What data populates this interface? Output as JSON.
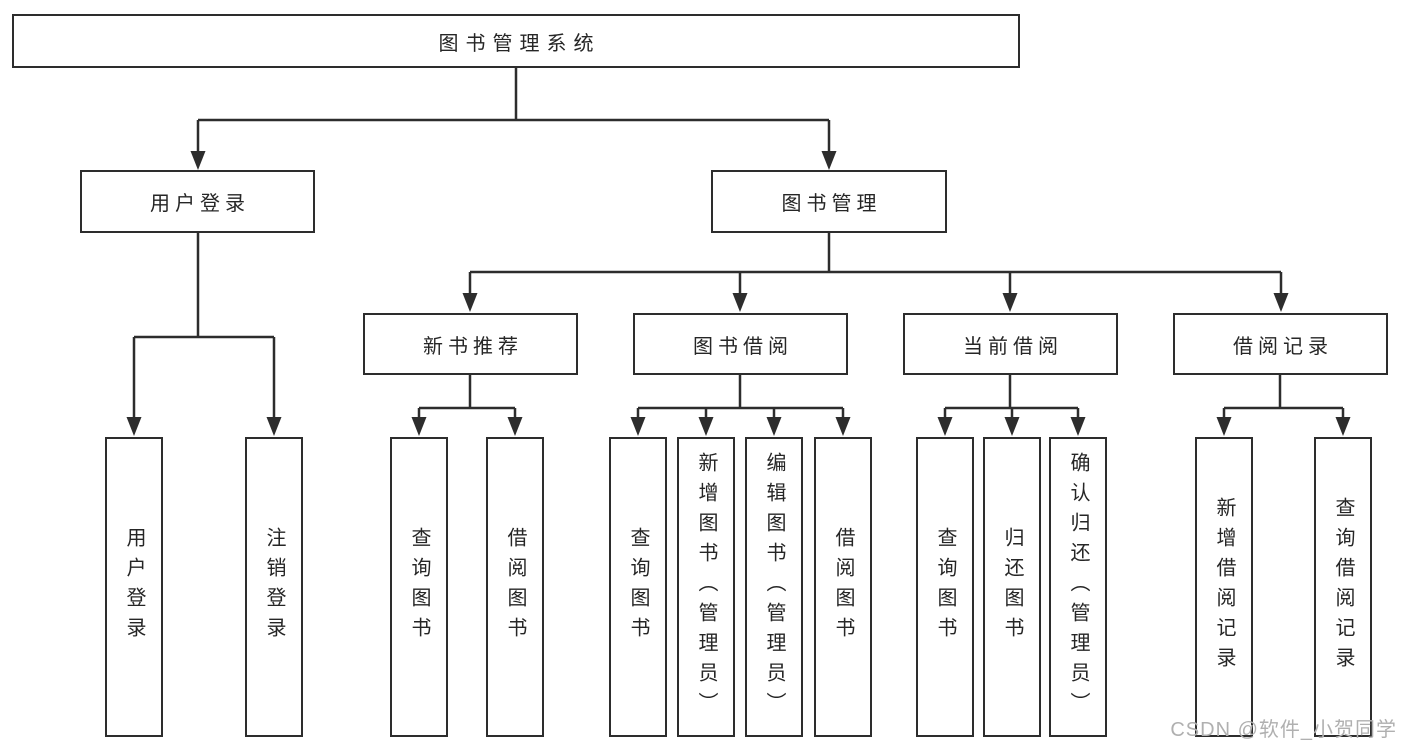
{
  "diagram": {
    "title_note": "library management system functional structure chart",
    "nodes": {
      "root": "图书管理系统",
      "user_login": "用户登录",
      "book_mgmt": "图书管理",
      "new_book_rec": "新书推荐",
      "book_borrow": "图书借阅",
      "current_borrow": "当前借阅",
      "borrow_record": "借阅记录",
      "leaf_user_login": "用户登录",
      "leaf_logout": "注销登录",
      "leaf_rec_query_book": "查询图书",
      "leaf_rec_borrow_book": "借阅图书",
      "leaf_bb_query_book": "查询图书",
      "leaf_bb_add_book": "新增图书（管理员）",
      "leaf_bb_edit_book": "编辑图书（管理员）",
      "leaf_bb_borrow_book": "借阅图书",
      "leaf_cb_query_book": "查询图书",
      "leaf_cb_return_book": "归还图书",
      "leaf_cb_confirm_return": "确认归还（管理员）",
      "leaf_br_add_record": "新增借阅记录",
      "leaf_br_query_record": "查询借阅记录"
    },
    "watermark": "CSDN @软件_小贺同学",
    "colors": {
      "line": "#2d2d2d",
      "box_border": "#2d2d2d",
      "text": "#262626",
      "watermark": "#b0b0b0",
      "background": "#ffffff"
    }
  }
}
